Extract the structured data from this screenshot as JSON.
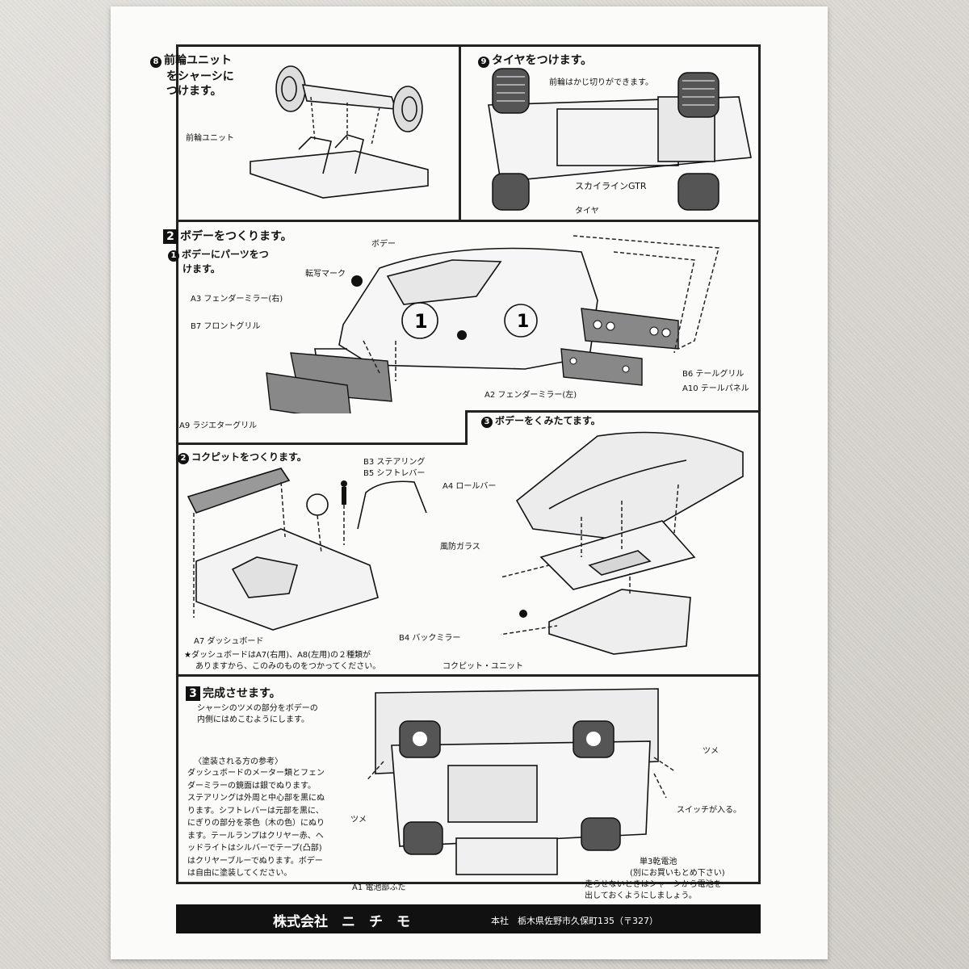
{
  "sections": {
    "s8": {
      "num": "8",
      "title": "前輪ユニット",
      "title2": "をシャーシに",
      "title3": "つけます。",
      "label_unit": "前輪ユニット"
    },
    "s9": {
      "num": "9",
      "title": "タイヤをつけます。",
      "note": "前輪はかじ切りができます。",
      "label_tire": "タイヤ",
      "label_sky": "スカイラインGTR"
    },
    "s2": {
      "num": "2",
      "title": "ボデーをつくります。",
      "step1": {
        "num": "1",
        "line1": "ボデーにパーツをつ",
        "line2": "けます。"
      },
      "labels": {
        "body": "ボデー",
        "decal": "転写マーク",
        "a3": "A3 フェンダーミラー(右)",
        "b7": "B7 フロントグリル",
        "a9": "A9 ラジエターグリル",
        "a2": "A2 フェンダーミラー(左)",
        "b6": "B6 テールグリル",
        "a10": "A10 テールパネル"
      },
      "step2": {
        "num": "2",
        "title": "コクピットをつくります。"
      },
      "step2_labels": {
        "b3": "B3 ステアリング",
        "b5": "B5 シフトレバー",
        "a4": "A4 ロールバー",
        "a7": "A7 ダッシュボード",
        "note1": "★ダッシュボードはA7(右用)、A8(左用)の２種類が",
        "note2": "ありますから、このみのものをつかってください。"
      },
      "step3": {
        "num": "3",
        "title": "ボデーをくみたてます。"
      },
      "step3_labels": {
        "glass": "風防ガラス",
        "b4": "B4 バックミラー",
        "cockpit": "コクピット・ユニット"
      }
    },
    "s3": {
      "num": "3",
      "title": "完成させます。",
      "sub1": "シャーシのツメの部分をボデーの",
      "sub2": "内側にはめこむようにします。",
      "ref_title": "〈塗装される方の参考〉",
      "ref_lines": [
        "ダッシュボードのメーター類とフェン",
        "ダーミラーの鏡面は銀でぬります。",
        "ステアリングは外周と中心部を黒にぬ",
        "ります。シフトレバーは元部を黒に、",
        "にぎりの部分を茶色（木の色）にぬり",
        "ます。テールランプはクリヤー赤、ヘ",
        "ッドライトはシルバーでテープ(凸部)",
        "はクリヤーブルーでぬります。ボデー",
        "は自由に塗装してください。"
      ],
      "tsume": "ツメ",
      "switch": "スイッチが入る。",
      "battery": "単3乾電池",
      "battery_note": "(別にお買いもとめ下さい)",
      "a1": "A1 電池部ふた",
      "run1": "走らせないときはシャーシから電池を",
      "run2": "出しておくようにしましょう。"
    }
  },
  "footer": {
    "company": "株式会社　ニ　チ　モ",
    "address": "本社　栃木県佐野市久保町135（〒327）"
  }
}
